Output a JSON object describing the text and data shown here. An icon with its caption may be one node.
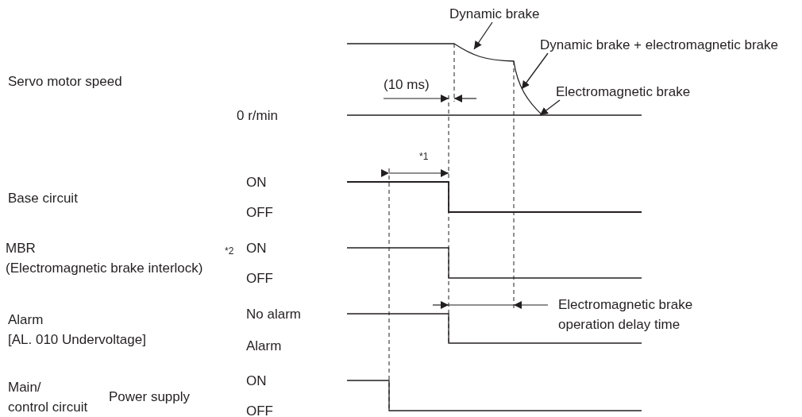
{
  "diagram": {
    "nodes": [
      {
        "text": [
          "Dynamic brake"
        ]
      },
      {
        "text": [
          "Dynamic brake + electromagnetic brake"
        ]
      },
      {
        "text": [
          "Electromagnetic brake"
        ]
      },
      {
        "text": [],
        "shape": "line"
      }
    ],
    "edges": [
      {
        "from": 0,
        "to": 3,
        "arrow": "to"
      },
      {
        "from": 1,
        "to": 3,
        "arrow": "to"
      },
      {
        "from": 2,
        "to": 3,
        "arrow": "to"
      }
    ],
    "labels": [
      "(10 ms)",
      "Servo motor speed",
      "0 r/min",
      "*1",
      "ON",
      "Base circuit",
      "OFF",
      "ON",
      "*2",
      "MBR (Electromagnetic brake interlock)",
      "OFF",
      "No alarm",
      "Electromagnetic brake operation delay time",
      "Alarm [AL. 010 Undervoltage]",
      "Alarm",
      "ON",
      "Main/ control circuit",
      "Power supply",
      "OFF"
    ]
  }
}
